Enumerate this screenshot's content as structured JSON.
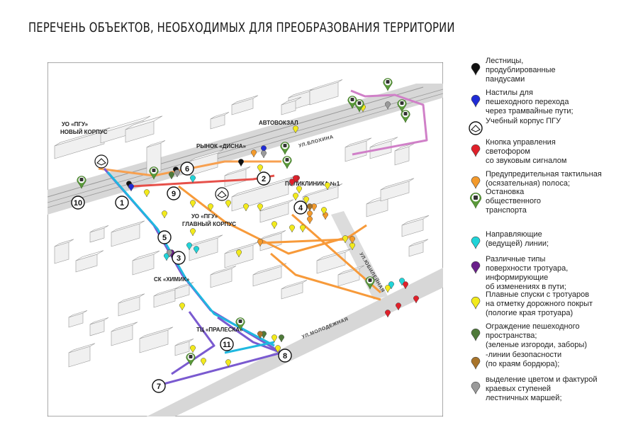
{
  "title": "ПЕРЕЧЕНЬ ОБЪЕКТОВ, НЕОБХОДИМЫХ ДЛЯ ПРЕОБРАЗОВАНИЯ ТЕРРИТОРИИ",
  "map": {
    "labels": {
      "new_building": "УО «ПГУ»\nНОВЫЙ КОРПУС",
      "market": "РЫНОК «ДИСНА»",
      "bus_station": "АВТОВОКЗАЛ",
      "polyclinic": "ПОЛИКЛИНИКА №1",
      "main_building": "УО «ПГУ»\nГЛАВНЫЙ КОРПУС",
      "sk_khimik": "СК «ХИМИК»",
      "tc_praleska": "ТЦ «ПРАЛЕСКА»"
    },
    "streets": {
      "blokhina": "УЛ.БЛОХИНА",
      "yubileynaya": "УЛ.ЮБИЛЕЙНАЯ",
      "molodezhnaya": "УЛ.МОЛОДЕЖНАЯ"
    },
    "numbers": [
      "1",
      "2",
      "3",
      "4",
      "5",
      "6",
      "7",
      "8",
      "9",
      "10",
      "11"
    ]
  },
  "legend": [
    {
      "label": "Лестницы,\nпродублированные\nпандусами",
      "color": "#111111",
      "icon": "pin-marker-icon"
    },
    {
      "label": "Настилы для\n пешеходного перехода\nчерез трамвайные пути;",
      "color": "#1f2bd6",
      "icon": "pin-marker-icon"
    },
    {
      "label": "Учебный корпус ПГУ",
      "color": "#ffffff",
      "icon": "university-building-icon"
    },
    {
      "label": "Кнопка управления\nсветофором\nсо звуковым сигналом",
      "color": "#e0202a",
      "icon": "pin-marker-icon"
    },
    {
      "label": "Предупредительная тактильная\n(осязательная) полоса;",
      "color": "#f39a2c",
      "icon": "pin-marker-icon"
    },
    {
      "label": "Остановка\nобщественного\nтранспорта",
      "color": "#5a9a3a",
      "icon": "bus-stop-icon"
    },
    {
      "label": "Направляющие\n(ведущей) линии;",
      "color": "#20d4d8",
      "icon": "pin-marker-icon"
    },
    {
      "label": "Различные типы\nповерхности тротуара,\nинформирующие\nоб изменениях в пути;",
      "color": "#6a1f8a",
      "icon": "pin-marker-icon"
    },
    {
      "label": "Плавные спуски с тротуаров\nна отметку дорожного покрыт\n(пологие края тротуара)",
      "color": "#f2ea1c",
      "icon": "pin-marker-icon"
    },
    {
      "label": "Ограждение пешеходного\nпространства;\n(зеленые изгороди, заборы)",
      "color": "#4f7a3a",
      "icon": "pin-marker-icon"
    },
    {
      "label": "-линии безопасности\n(по краям бордюра);",
      "color": "#a8742a",
      "icon": "pin-marker-icon"
    },
    {
      "label": "выделение цветом и фактурой\nкраевых ступеней\nлестничных маршей;",
      "color": "#9a9a9a",
      "icon": "pin-marker-icon"
    }
  ]
}
